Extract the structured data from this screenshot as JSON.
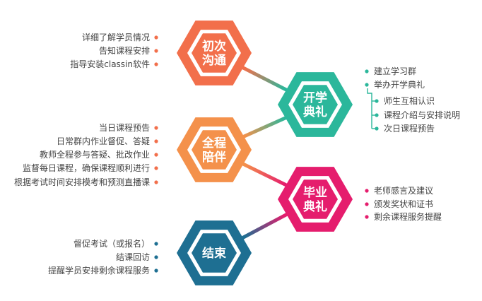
{
  "nodes": [
    {
      "id": "initial-contact",
      "label": [
        "初次",
        "沟通"
      ],
      "color": "#F26F4B",
      "item_color": "#F26F4B",
      "items": [
        "详细了解学员情况",
        "告知课程安排",
        "指导安装classin软件"
      ]
    },
    {
      "id": "opening-ceremony",
      "label": [
        "开学",
        "典礼"
      ],
      "color": "#2BB79B",
      "item_color": "#2BB79B",
      "items": [
        {
          "text": "建立学习群"
        },
        {
          "text": "举办开学典礼",
          "children": [
            "师生互相认识",
            "课程介绍与安排说明",
            "次日课程预告"
          ]
        }
      ]
    },
    {
      "id": "full-accompany",
      "label": [
        "全程",
        "陪伴"
      ],
      "color": "#F4914B",
      "item_color": "#F26F4B",
      "items": [
        "当日课程预告",
        "日常群内作业督促、答疑",
        "教师全程参与答疑、批改作业",
        "监督每日课程，确保课程顺利进行",
        "根据考试时间安排模考和预测直播课"
      ]
    },
    {
      "id": "graduation",
      "label": [
        "毕业",
        "典礼"
      ],
      "color": "#E51D6D",
      "item_color": "#E51D6D",
      "items": [
        "老师感言及建议",
        "颁发奖状和证书",
        "剩余课程服务提醒"
      ]
    },
    {
      "id": "conclusion",
      "label": [
        "结束"
      ],
      "color": "#1E6F92",
      "item_color": "#1E6F92",
      "items": [
        "督促考试（或报名）",
        "结课回访",
        "提醒学员安排剩余课程服务"
      ]
    }
  ],
  "connector_colors": [
    [
      "#F26F4B",
      "#2BB79B"
    ],
    [
      "#2BB79B",
      "#F4914B"
    ],
    [
      "#F4914B",
      "#E51D6D"
    ],
    [
      "#E51D6D",
      "#1E6F92"
    ]
  ]
}
